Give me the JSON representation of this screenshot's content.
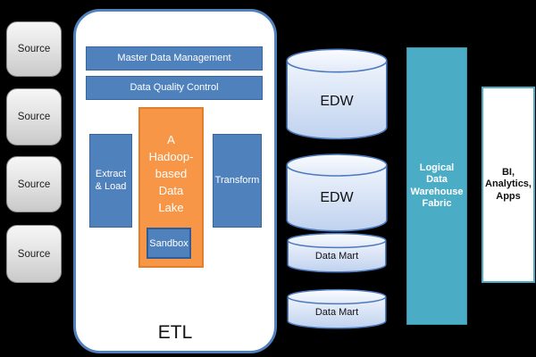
{
  "colors": {
    "background": "#000000",
    "box_blue": "#4f81bd",
    "box_blue_border": "#3a669c",
    "lake_orange": "#f79646",
    "lake_orange_border": "#e0802c",
    "fabric_teal": "#4bacc6",
    "cylinder_fill_top": "#eff4fc",
    "cylinder_fill_bottom": "#c0d2ef",
    "cylinder_border": "#4b79bd",
    "source_gray_top": "#f6f6f6",
    "source_gray_bottom": "#c9c9c9",
    "container_border_blue": "#4f81bd"
  },
  "sources": [
    "Source",
    "Source",
    "Source",
    "Source"
  ],
  "etl": {
    "title": "ETL",
    "mdm_label": "Master Data Management",
    "dqc_label": "Data Quality Control",
    "extract_load_label": "Extract\n& Load",
    "data_lake_label": "A\nHadoop-\nbased\nData\nLake",
    "sandbox_label": "Sandbox",
    "transform_label": "Transform"
  },
  "storage": {
    "cylinders": [
      {
        "label": "EDW"
      },
      {
        "label": "EDW"
      },
      {
        "label": "Data Mart"
      },
      {
        "label": "Data Mart"
      }
    ]
  },
  "fabric": {
    "label": "Logical\nData\nWarehouse\nFabric"
  },
  "bi": {
    "label": "BI,\nAnalytics,\nApps"
  }
}
